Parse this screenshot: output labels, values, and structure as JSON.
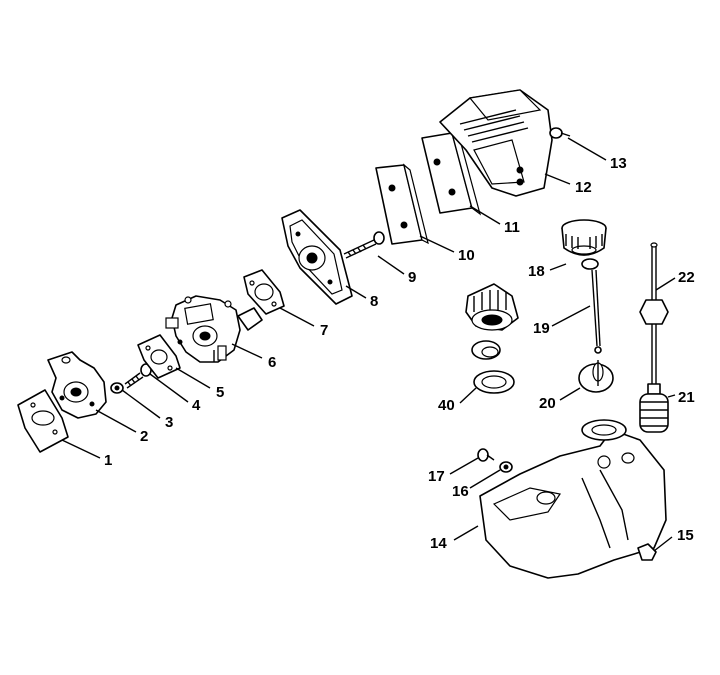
{
  "callouts": {
    "c1": "1",
    "c2": "2",
    "c3": "3",
    "c4": "4",
    "c5": "5",
    "c6": "6",
    "c7": "7",
    "c8": "8",
    "c9": "9",
    "c10": "10",
    "c11": "11",
    "c12": "12",
    "c13": "13",
    "c14": "14",
    "c15": "15",
    "c16": "16",
    "c17": "17",
    "c18": "18",
    "c19": "19",
    "c20": "20",
    "c21": "21",
    "c22": "22",
    "c40": "40"
  },
  "colors": {
    "line": "#000000",
    "background": "#ffffff"
  }
}
